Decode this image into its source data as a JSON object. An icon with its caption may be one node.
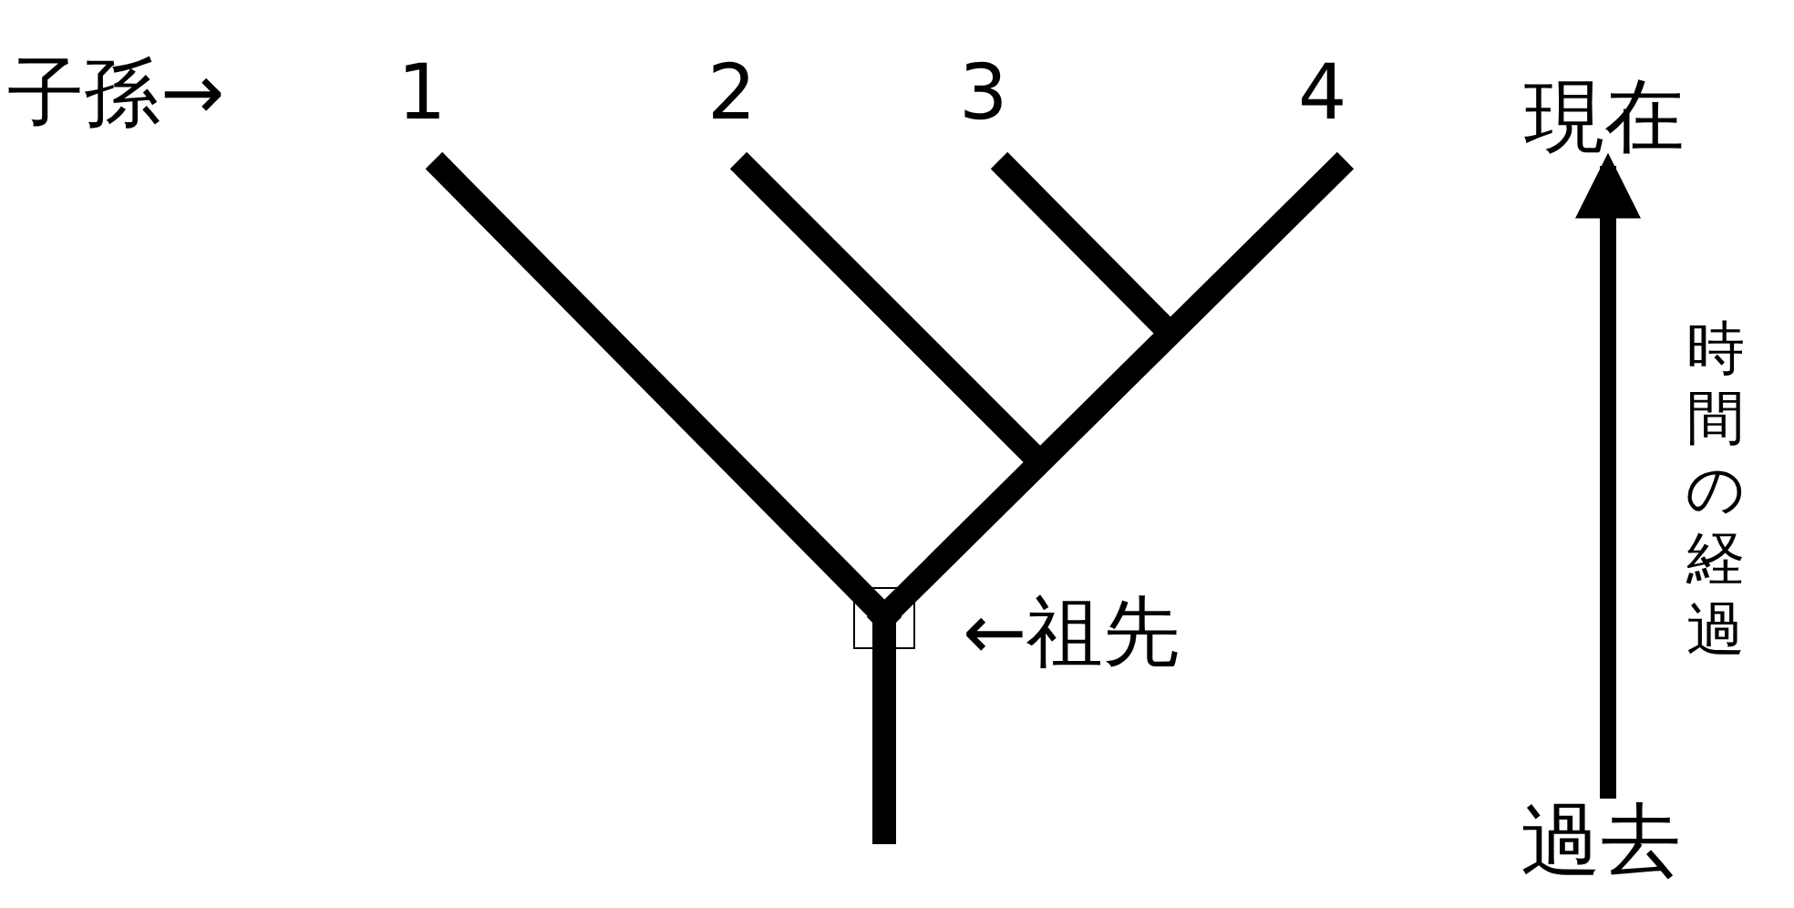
{
  "diagram": {
    "nodes": [
      {
        "text": [],
        "shape": "box"
      },
      {
        "text": [
          "現在"
        ]
      },
      {
        "text": [
          "過去"
        ]
      }
    ],
    "edges": [
      {
        "from": 2,
        "to": 1,
        "arrow": "to",
        "label": "時間の経過"
      }
    ],
    "labels": [
      "子孫→",
      "1",
      "2",
      "3",
      "4",
      "←祖先"
    ]
  }
}
